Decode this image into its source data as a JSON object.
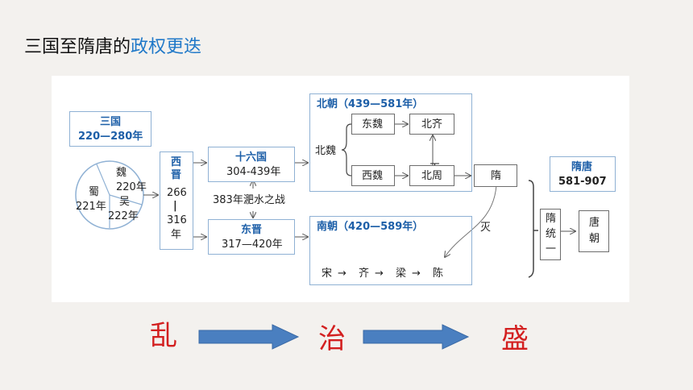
{
  "title": {
    "main": "三国至隋唐的",
    "highlight": "政权更迭"
  },
  "diagram": {
    "sanguo": {
      "name": "三国",
      "years": "220—280年"
    },
    "circle": {
      "wei": "魏",
      "wei_year": "220年",
      "shu": "蜀",
      "shu_year": "221年",
      "wu": "吴",
      "wu_year": "222年"
    },
    "xijin": {
      "chars": [
        "西",
        "晋"
      ],
      "y1": "266",
      "sep": "|",
      "y2": "316",
      "nian": "年"
    },
    "shiliuguo": {
      "name": "十六国",
      "years": "304-439年"
    },
    "feishui": "383年淝水之战",
    "dongjin": {
      "name": "东晋",
      "years": "317—420年"
    },
    "beichao": {
      "title": "北朝（439—581年）",
      "beiwei": "北魏",
      "dongwei": "东魏",
      "xiwei": "西魏",
      "beiqi": "北齐",
      "beizhou": "北周",
      "mie": "灭"
    },
    "sui": "隋",
    "mie2": "灭",
    "nanchao": {
      "title": "南朝（420—589年）",
      "song": "宋",
      "qi": "齐",
      "liang": "梁",
      "chen": "陈",
      "arrow": "→"
    },
    "suitang": {
      "name": "隋唐",
      "years": "581-907"
    },
    "suitongyi": [
      "隋",
      "统",
      "一"
    ],
    "tangchao": [
      "唐",
      "朝"
    ]
  },
  "sequence": [
    "乱",
    "治",
    "盛"
  ],
  "colors": {
    "box_border": "#8fb1d4",
    "arrow_fill": "#4a7fc0",
    "accent_red": "#d32020",
    "title_blue": "#1f78c8"
  }
}
